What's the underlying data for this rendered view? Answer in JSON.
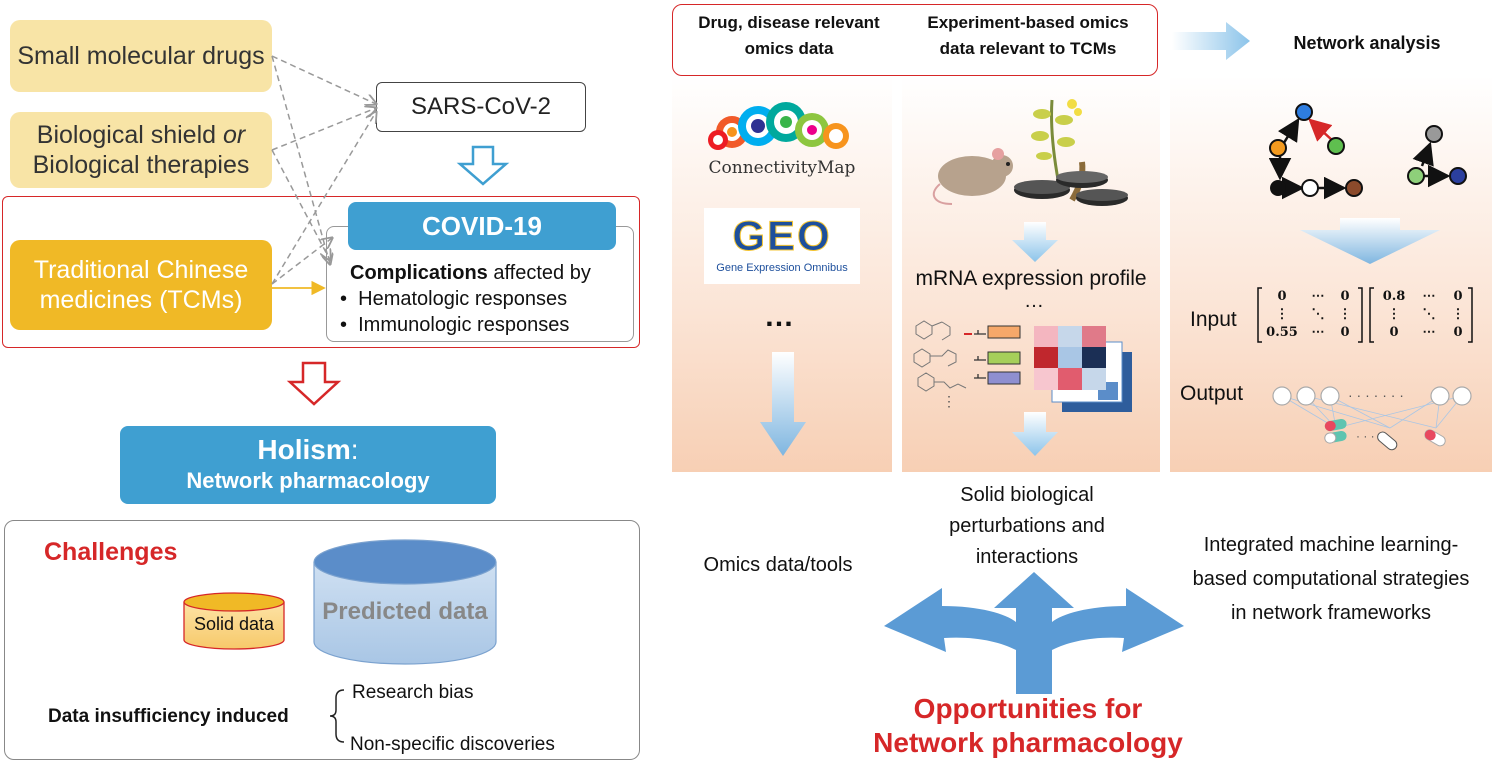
{
  "left": {
    "drugs": [
      "Small molecular drugs",
      "Biological shield",
      "or",
      "Biological therapies",
      "Traditional Chinese",
      "medicines (TCMs)"
    ],
    "virus": "SARS-CoV-2",
    "disease": "COVID-19",
    "complications_bold": "Complications",
    "complications_rest": " affected by",
    "responses": [
      "Hematologic responses",
      "Immunologic responses"
    ],
    "holism_bold": "Holism",
    "holism_colon": ":",
    "holism_sub": "Network pharmacology",
    "challenges": "Challenges",
    "solid_data": "Solid data",
    "predicted_data": "Predicted data",
    "insufficiency": "Data insufficiency induced",
    "bias": "Research bias",
    "nonspecific": "Non-specific discoveries"
  },
  "right": {
    "header1": [
      "Drug, disease relevant",
      "omics data"
    ],
    "header2": [
      "Experiment-based omics",
      "data relevant to TCMs"
    ],
    "header3": "Network analysis",
    "cmap_logo": "ConnectivityMap",
    "geo_logo": "GEO",
    "geo_sub": "Gene Expression Omnibus",
    "ellipsis": "…",
    "mrna": "mRNA expression profile",
    "input": "Input",
    "output": "Output",
    "matrix1": [
      "0",
      "⋯",
      "0",
      "⋮",
      "⋱",
      "⋮",
      "0.55",
      "⋯",
      "0"
    ],
    "matrix2": [
      "0.8",
      "⋯",
      "0",
      "⋮",
      "⋱",
      "⋮",
      "0",
      "⋯",
      "0"
    ],
    "caption1": "Omics data/tools",
    "caption2": [
      "Solid biological",
      "perturbations and",
      "interactions"
    ],
    "caption3": [
      "Integrated machine learning-",
      "based computational strategies",
      "in network frameworks"
    ],
    "opportunities": [
      "Opportunities for",
      "Network pharmacology"
    ]
  },
  "colors": {
    "red": "#d62728",
    "blue": "#3f9fd1",
    "arrow_blue": "#5b9bd5",
    "pale_yellow": "#f8e4a6",
    "gold": "#f0b926"
  }
}
